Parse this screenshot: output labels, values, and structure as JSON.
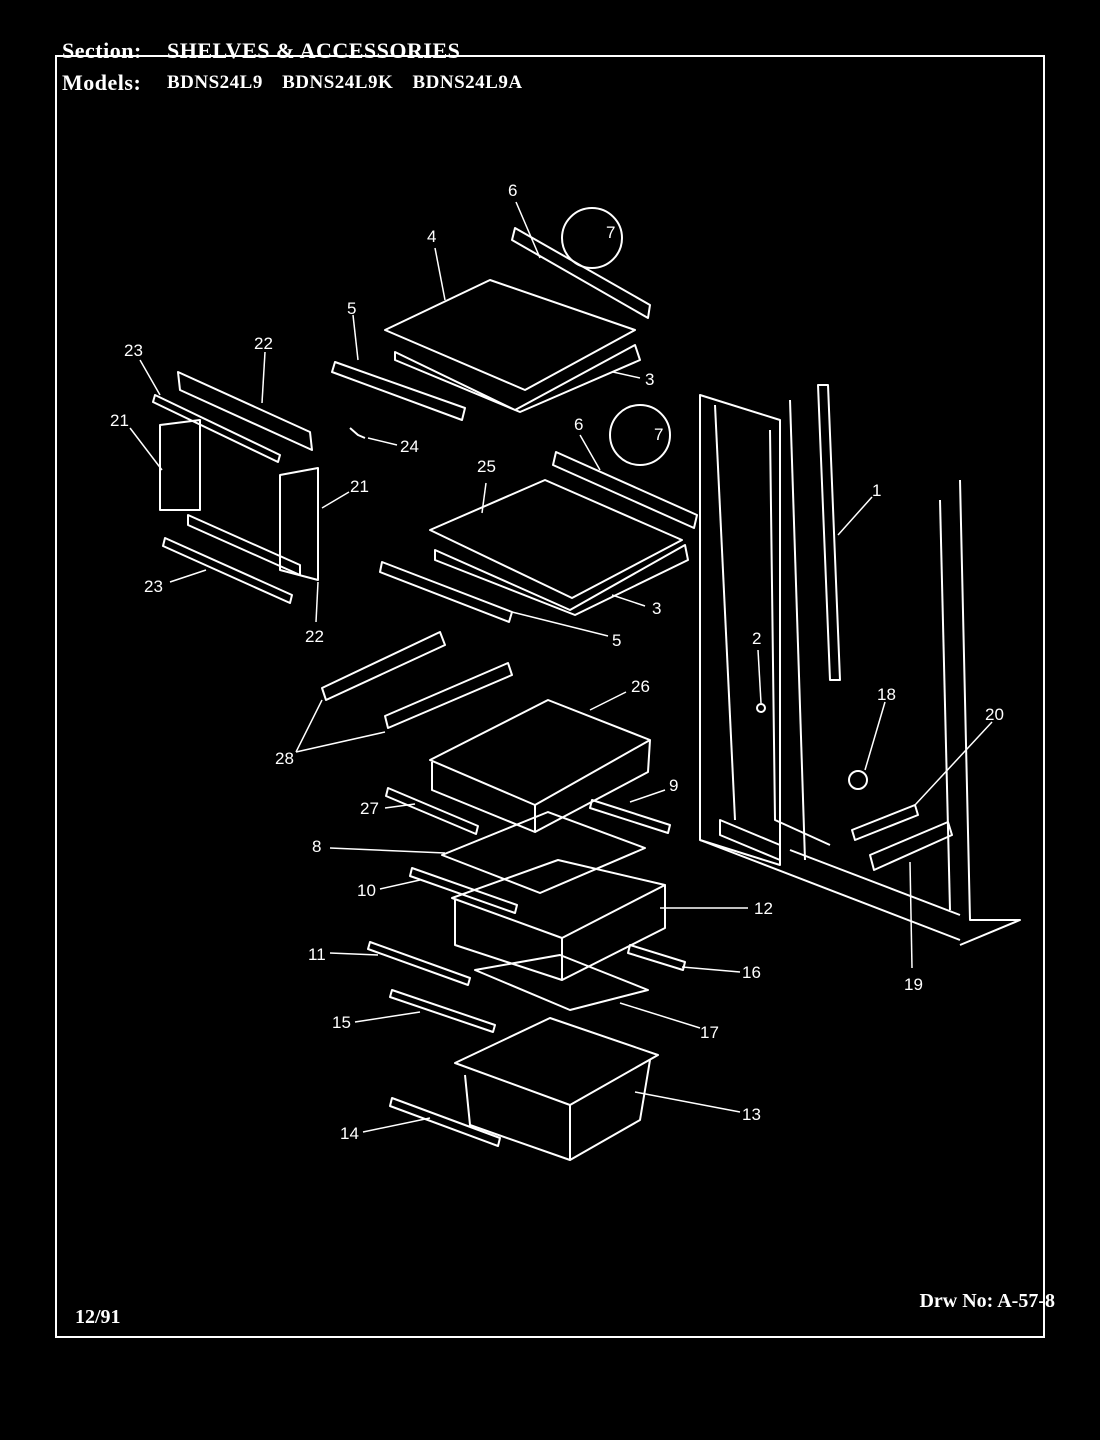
{
  "header": {
    "section_label": "Section:",
    "section_value": "SHELVES & ACCESSORIES",
    "models_label": "Models:",
    "models": [
      "BDNS24L9",
      "BDNS24L9K",
      "BDNS24L9A"
    ]
  },
  "footer": {
    "date": "12/91",
    "drawing_number": "Drw No: A-57-8"
  },
  "callouts": [
    "1",
    "2",
    "3",
    "4",
    "5",
    "6",
    "7",
    "8",
    "9",
    "10",
    "11",
    "12",
    "13",
    "14",
    "15",
    "16",
    "17",
    "18",
    "19",
    "20",
    "21",
    "22",
    "23",
    "24",
    "25",
    "26",
    "27",
    "28"
  ],
  "colors": {
    "background": "#000000",
    "foreground": "#ffffff"
  }
}
